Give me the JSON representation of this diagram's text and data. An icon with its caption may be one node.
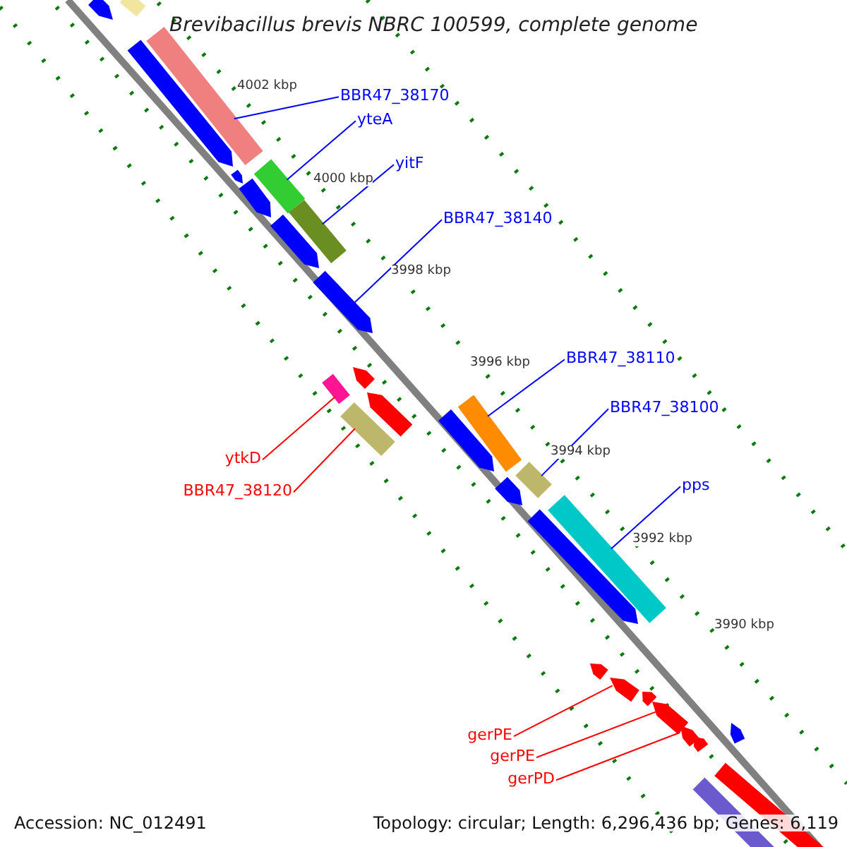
{
  "diagram": {
    "title": "Brevibacillus brevis NBRC 100599, complete genome",
    "nodes": [
      {
        "text": [
          "BBR47_38170"
        ]
      },
      {
        "text": [
          "yteA"
        ]
      },
      {
        "text": [
          "yitF"
        ]
      },
      {
        "text": [
          "BBR47_38140"
        ]
      },
      {
        "text": [
          "BBR47_38110"
        ]
      },
      {
        "text": [
          "BBR47_38100"
        ]
      },
      {
        "text": [
          "pps"
        ]
      },
      {
        "text": [
          "ytkD"
        ]
      },
      {
        "text": [
          "BBR47_38120"
        ]
      },
      {
        "text": [
          "gerPE"
        ]
      },
      {
        "text": [
          "gerPE"
        ]
      },
      {
        "text": [
          "gerPD"
        ]
      },
      {
        "text": [],
        "shape": "bar"
      },
      {
        "text": [],
        "shape": "arrow"
      },
      {
        "text": [],
        "shape": "arrow"
      },
      {
        "text": [],
        "shape": "bar"
      },
      {
        "text": [],
        "shape": "arrow"
      },
      {
        "text": [],
        "shape": "bar"
      },
      {
        "text": [],
        "shape": "arrow"
      },
      {
        "text": [],
        "shape": "bar"
      },
      {
        "text": [],
        "shape": "arrow"
      },
      {
        "text": [],
        "shape": "arrow"
      },
      {
        "text": [],
        "shape": "arrow"
      },
      {
        "text": [],
        "shape": "bar"
      },
      {
        "text": [],
        "shape": "arrow"
      },
      {
        "text": [],
        "shape": "bar"
      },
      {
        "text": [],
        "shape": "bar"
      },
      {
        "text": [],
        "shape": "arrow"
      },
      {
        "text": [],
        "shape": "bar"
      },
      {
        "text": [],
        "shape": "arrow"
      },
      {
        "text": [],
        "shape": "bar"
      },
      {
        "text": [],
        "shape": "arrow"
      },
      {
        "text": [],
        "shape": "arrow"
      },
      {
        "text": [],
        "shape": "arrow"
      },
      {
        "text": [],
        "shape": "arrow"
      },
      {
        "text": [],
        "shape": "arrow"
      },
      {
        "text": [],
        "shape": "arrow"
      },
      {
        "text": [],
        "shape": "arrow"
      },
      {
        "text": [],
        "shape": "arrow"
      },
      {
        "text": [],
        "shape": "bar"
      },
      {
        "text": [],
        "shape": "bar"
      }
    ],
    "edges": [
      {
        "from": 0,
        "to": 15,
        "arrow": "none"
      },
      {
        "from": 1,
        "to": 17,
        "arrow": "none"
      },
      {
        "from": 2,
        "to": 19,
        "arrow": "none"
      },
      {
        "from": 3,
        "to": 21,
        "arrow": "none"
      },
      {
        "from": 4,
        "to": 26,
        "arrow": "none"
      },
      {
        "from": 5,
        "to": 28,
        "arrow": "none"
      },
      {
        "from": 6,
        "to": 30,
        "arrow": "none"
      },
      {
        "from": 7,
        "to": 23,
        "arrow": "none",
        "color": "#ff0000"
      },
      {
        "from": 8,
        "to": 25,
        "arrow": "none",
        "color": "#ff0000"
      },
      {
        "from": 9,
        "to": 33,
        "arrow": "none",
        "color": "#ff0000"
      },
      {
        "from": 10,
        "to": 35,
        "arrow": "none",
        "color": "#ff0000"
      },
      {
        "from": 11,
        "to": 36,
        "arrow": "none",
        "color": "#ff0000"
      }
    ],
    "labels": [
      "4002 kbp",
      "4000 kbp",
      "3998 kbp",
      "3996 kbp",
      "3994 kbp",
      "3992 kbp",
      "3990 kbp",
      "Accession: NC_012491",
      "Topology: circular; Length: 6,296,436 bp; Genes: 6,119"
    ]
  }
}
